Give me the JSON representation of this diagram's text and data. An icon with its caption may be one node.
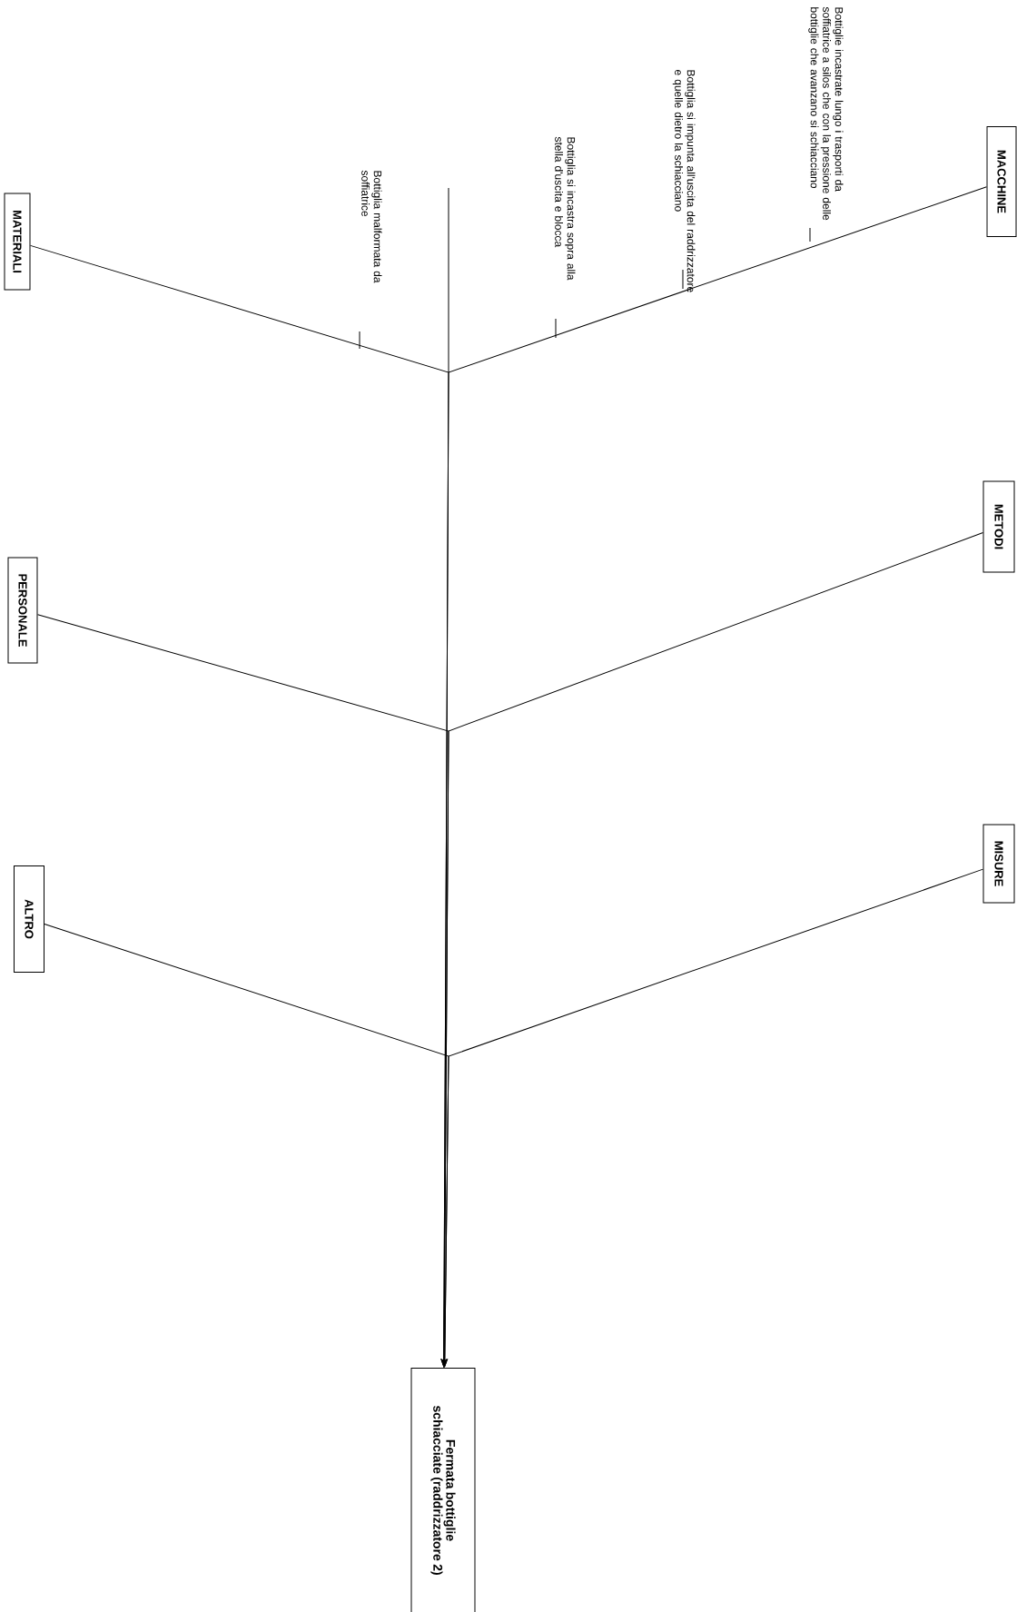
{
  "diagram": {
    "nodes": [
      {
        "text": [
          "MATERIALI"
        ]
      },
      {
        "text": [
          "MACCHINE"
        ]
      },
      {
        "text": [
          "PERSONALE"
        ]
      },
      {
        "text": [
          "METODI"
        ]
      },
      {
        "text": [
          "ALTRO"
        ]
      },
      {
        "text": [
          "MISURE"
        ]
      },
      {
        "text": [
          "Fermata bottiglie schiacciate (raddrizzatore 2)"
        ]
      }
    ],
    "edges": [
      {
        "from": 0,
        "to": 6,
        "arrow": "to"
      },
      {
        "from": 1,
        "to": 6,
        "arrow": "to"
      },
      {
        "from": 2,
        "to": 6,
        "arrow": "to"
      },
      {
        "from": 3,
        "to": 6,
        "arrow": "to"
      },
      {
        "from": 4,
        "to": 6,
        "arrow": "to"
      },
      {
        "from": 5,
        "to": 6,
        "arrow": "to"
      }
    ],
    "labels": [
      "Bottiglie incastrate lungo i trasporti da soffiatrice a silos che con la pressione delle bottiglie che avanzano si schiacciano",
      "Bottiglia si impunta all'uscita del raddrizzatore e quelle dietro la schiacciano",
      "Bottiglia si incastra sopra alla stella d'uscita e blocca",
      "Bottiglia malformata da soffiatrice"
    ]
  }
}
